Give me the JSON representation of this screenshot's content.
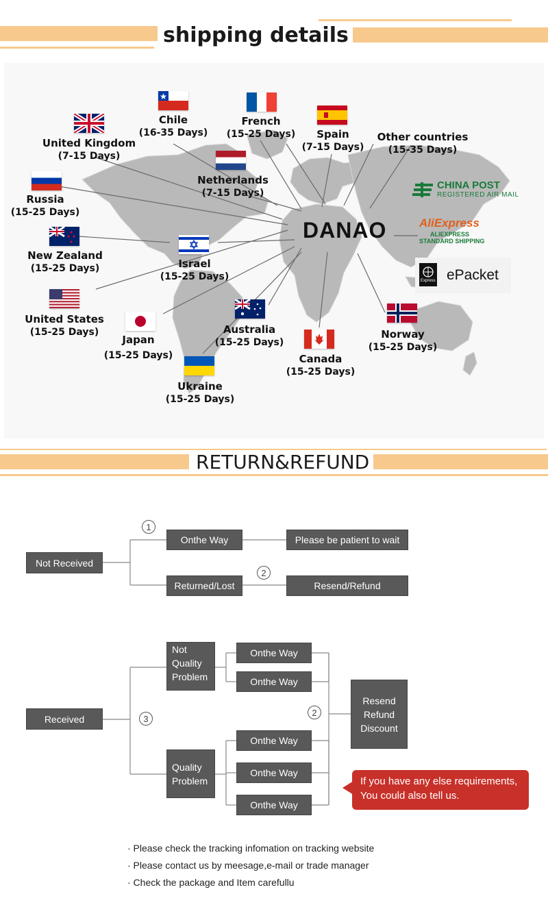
{
  "shipping": {
    "title": "shipping details",
    "center_label": "DANAO",
    "countries": [
      {
        "name": "Chile",
        "days": "(16-35 Days)",
        "flag": "chile"
      },
      {
        "name": "French",
        "days": "(15-25 Days)",
        "flag": "france"
      },
      {
        "name": "Spain",
        "days": "(7-15 Days)",
        "flag": "spain"
      },
      {
        "name": "Other countries",
        "days": "(15-35 Days)",
        "flag": ""
      },
      {
        "name": "United Kingdom",
        "days": "(7-15 Days)",
        "flag": "uk"
      },
      {
        "name": "Netherlands",
        "days": "(7-15 Days)",
        "flag": "netherlands"
      },
      {
        "name": "Russia",
        "days": "(15-25 Days)",
        "flag": "russia"
      },
      {
        "name": "New Zealand",
        "days": "(15-25 Days)",
        "flag": "newzealand"
      },
      {
        "name": "Israel",
        "days": "(15-25 Days)",
        "flag": "israel"
      },
      {
        "name": "United States",
        "days": "(15-25 Days)",
        "flag": "usa"
      },
      {
        "name": "Japan",
        "days": "(15-25 Days)",
        "flag": "japan"
      },
      {
        "name": "Australia",
        "days": "(15-25 Days)",
        "flag": "australia"
      },
      {
        "name": "Ukraine",
        "days": "(15-25 Days)",
        "flag": "ukraine"
      },
      {
        "name": "Canada",
        "days": "(15-25 Days)",
        "flag": "canada"
      },
      {
        "name": "Norway",
        "days": "(15-25 Days)",
        "flag": "norway"
      }
    ],
    "carriers": {
      "china_post": {
        "name": "CHINA POST",
        "sub": "REGISTERED AIR MAIL"
      },
      "aliexpress": {
        "name": "AliExpress",
        "sub1": "ALIEXPRESS",
        "sub2": "STANDARD SHIPPING"
      },
      "epacket": {
        "name": "ePacket",
        "badge": "Express"
      }
    }
  },
  "refund": {
    "title": "RETURN&REFUND",
    "not_received": "Not Received",
    "onthe_way": "Onthe Way",
    "patient": "Please be patient to wait",
    "returned_lost": "Returned/Lost",
    "resend_refund": "Resend/Refund",
    "received": "Received",
    "not_quality_problem": [
      "Not",
      "Quality",
      "Problem"
    ],
    "quality_problem": [
      "Quality",
      "Problem"
    ],
    "outcome": [
      "Resend",
      "Refund",
      "Discount"
    ],
    "numbers": [
      "1",
      "2",
      "3"
    ],
    "note": [
      "If you have any else requirements,",
      "You could also tell us."
    ],
    "bullets": [
      "· Please check the tracking infomation on tracking website",
      "· Please contact us by meesage,e-mail or trade manager",
      "· Check the package and Item carefullu"
    ]
  }
}
